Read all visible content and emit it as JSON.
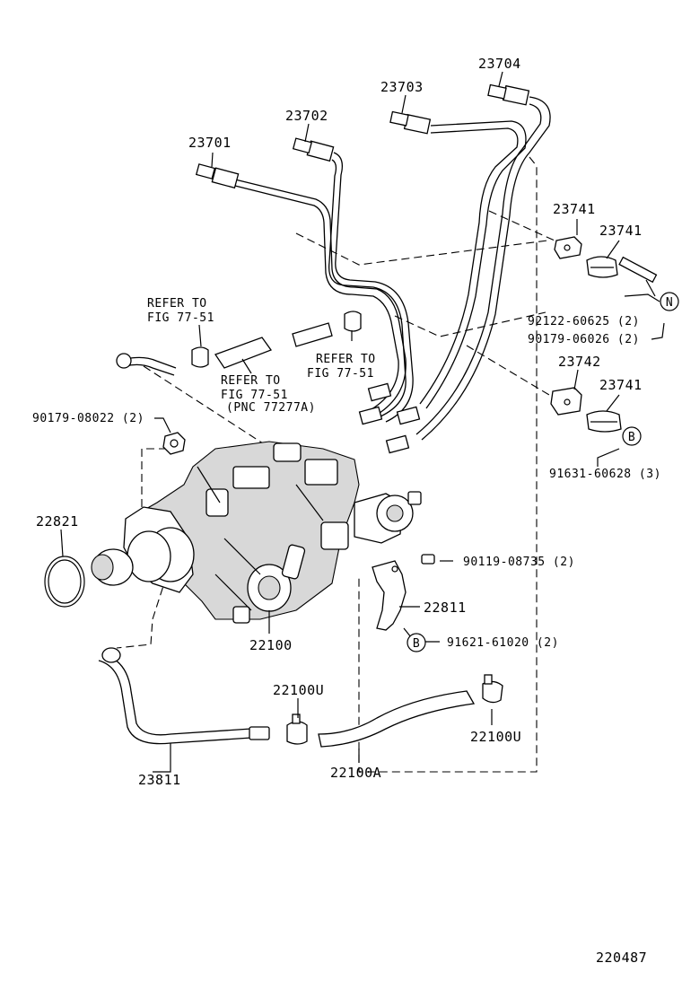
{
  "diagram": {
    "figure_number": "220487",
    "callouts": {
      "p23701": "23701",
      "p23702": "23702",
      "p23703": "23703",
      "p23704": "23704",
      "p23741a": "23741",
      "p23741b": "23741",
      "p23741c": "23741",
      "p23742": "23742",
      "p92122": "92122-60625 (2)",
      "p90179_06026": "90179-06026 (2)",
      "p91631": "91631-60628 (3)",
      "p90179_08022": "90179-08022 (2)",
      "p22821": "22821",
      "p90119": "90119-08735 (2)",
      "p22811": "22811",
      "p91621": "91621-61020 (2)",
      "p22100": "22100",
      "p22100U_a": "22100U",
      "p22100U_b": "22100U",
      "p23811": "23811",
      "p22100A": "22100A"
    },
    "notes": {
      "refer1_l1": "REFER TO",
      "refer1_l2": "FIG 77-51",
      "refer2_l1": "REFER TO",
      "refer2_l2": "FIG 77-51",
      "refer2_l3": "(PNC 77277A)",
      "refer3_l1": "REFER TO",
      "refer3_l2": "FIG 77-51"
    },
    "markers": {
      "n": "N",
      "b1": "B",
      "b2": "B"
    }
  }
}
